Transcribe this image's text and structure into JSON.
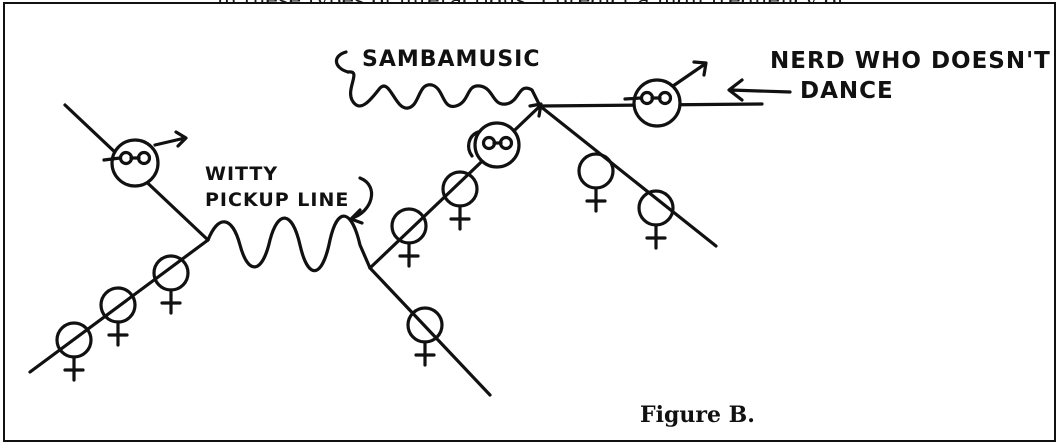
{
  "caption": "... in these types of interactions. I predict a high frequency of ...",
  "labels": {
    "samba": "SAMBAMUSIC",
    "nerd_line1": "NERD WHO DOESN'T",
    "nerd_line2": "DANCE",
    "witty_line1": "WITTY",
    "witty_line2": "PICKUP LINE"
  },
  "figure_label": "Figure B.",
  "symbols": {
    "male": "nerd-with-glasses-male-icon",
    "female": "female-symbol-icon"
  },
  "colors": {
    "ink": "#111111",
    "background": "#ffffff"
  }
}
